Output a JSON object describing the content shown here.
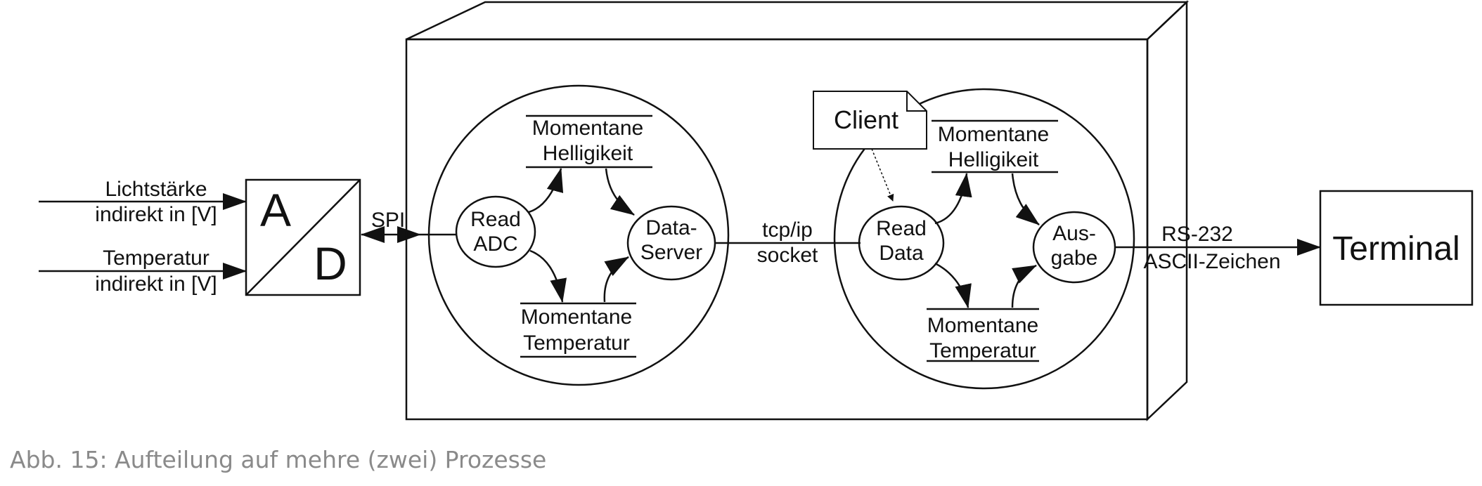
{
  "diagram": {
    "inputs": {
      "light": [
        "Lichtstärke",
        "indirekt in [V]"
      ],
      "temp": [
        "Temperatur",
        "indirekt in [V]"
      ]
    },
    "adc": {
      "top": "A",
      "bottom": "D"
    },
    "spi_label": "SPI",
    "process1": {
      "read_adc": [
        "Read",
        "ADC"
      ],
      "data_server": [
        "Data-",
        "Server"
      ],
      "store_light": [
        "Momentane",
        "Helligikeit"
      ],
      "store_temp": [
        "Momentane",
        "Temperatur"
      ]
    },
    "socket_label": [
      "tcp/ip",
      "socket"
    ],
    "client_note": "Client",
    "process2": {
      "read_data": [
        "Read",
        "Data"
      ],
      "ausgabe": [
        "Aus-",
        "gabe"
      ],
      "store_light": [
        "Momentane",
        "Helligikeit"
      ],
      "store_temp": [
        "Momentane",
        "Temperatur"
      ]
    },
    "serial_label": [
      "RS-232",
      "ASCII-Zeichen"
    ],
    "terminal": "Terminal",
    "caption": "Abb. 15: Aufteilung auf mehre (zwei) Prozesse"
  }
}
